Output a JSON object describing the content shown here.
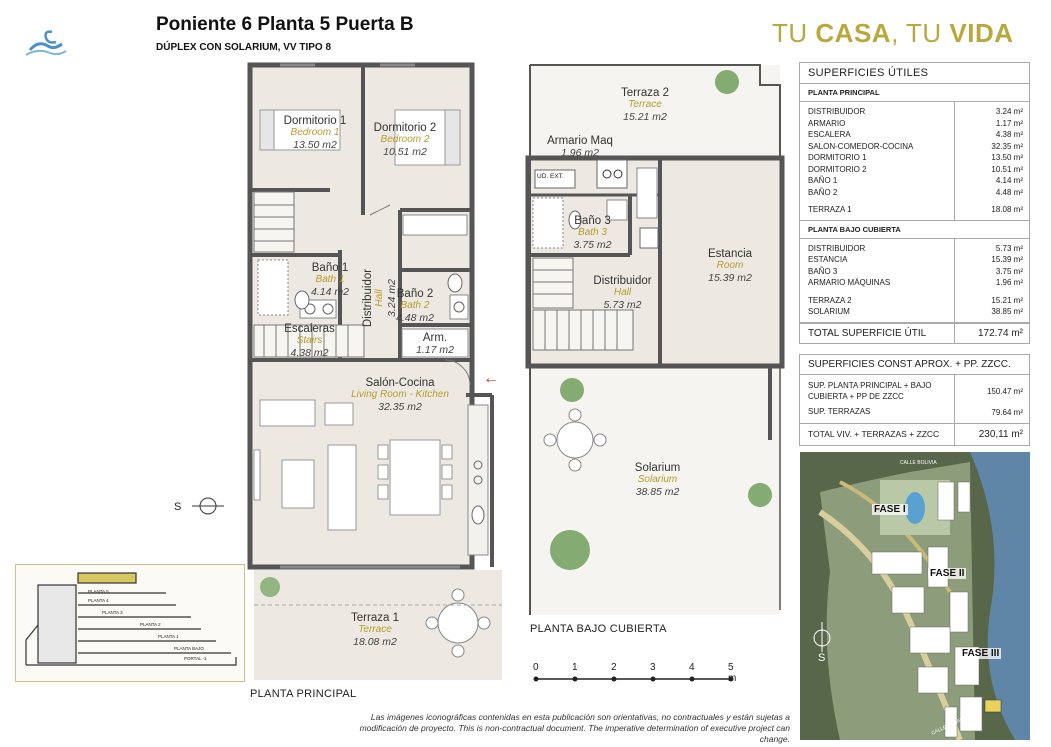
{
  "header": {
    "title": "Poniente 6 Planta 5 Puerta B",
    "subtitle": "DÚPLEX CON SOLARIUM, VV TIPO 8",
    "slogan_a": "TU ",
    "slogan_b": "CASA",
    "slogan_c": ", TU ",
    "slogan_d": "VIDA"
  },
  "colors": {
    "accent": "#b8a83e",
    "wall": "#555555",
    "floor": "#ede9e2",
    "english": "#b79c2c",
    "arrow": "#c0392b"
  },
  "plans": {
    "principal_label": "PLANTA PRINCIPAL",
    "bajo_label": "PLANTA BAJO CUBIERTA"
  },
  "rooms_main": [
    {
      "name": "Dormitorio 1",
      "en": "Bedroom 1",
      "area": "13.50 m2"
    },
    {
      "name": "Dormitorio 2",
      "en": "Bedroom 2",
      "area": "10.51 m2"
    },
    {
      "name": "Baño 1",
      "en": "Bath 1",
      "area": "4.14 m2"
    },
    {
      "name": "Baño 2",
      "en": "Bath 2",
      "area": "4.48 m2"
    },
    {
      "name": "Distribuidor",
      "en": "Hall",
      "area": "3.24 m2"
    },
    {
      "name": "Escaleras",
      "en": "Stairs",
      "area": "4.38 m2"
    },
    {
      "name": "Arm.",
      "en": "",
      "area": "1.17 m2"
    },
    {
      "name": "Salón-Cocina",
      "en": "Living Room - Kitchen",
      "area": "32.35 m2"
    },
    {
      "name": "Terraza 1",
      "en": "Terrace",
      "area": "18.08 m2"
    }
  ],
  "rooms_upper": [
    {
      "name": "Terraza 2",
      "en": "Terrace",
      "area": "15.21 m2"
    },
    {
      "name": "Armario Maq",
      "en": "",
      "area": "1.96 m2"
    },
    {
      "name": "Baño 3",
      "en": "Bath 3",
      "area": "3.75 m2"
    },
    {
      "name": "Estancia",
      "en": "Room",
      "area": "15.39 m2"
    },
    {
      "name": "Distribuidor",
      "en": "Hall",
      "area": "5.73 m2"
    },
    {
      "name": "Solarium",
      "en": "Solarium",
      "area": "38.85 m2"
    },
    {
      "name": "UD. EXT.",
      "en": "",
      "area": ""
    }
  ],
  "superficies": {
    "title": "SUPERFICIES ÚTILES",
    "principal_title": "PLANTA PRINCIPAL",
    "principal": [
      {
        "label": "DISTRIBUIDOR",
        "value": "3.24 m²"
      },
      {
        "label": "ARMARIO",
        "value": "1.17 m²"
      },
      {
        "label": "ESCALERA",
        "value": "4.38 m²"
      },
      {
        "label": "SALON-COMEDOR-COCINA",
        "value": "32.35 m²"
      },
      {
        "label": "DORMITORIO 1",
        "value": "13.50 m²"
      },
      {
        "label": "DORMITORIO 2",
        "value": "10.51 m²"
      },
      {
        "label": "BAÑO 1",
        "value": "4.14 m²"
      },
      {
        "label": "BAÑO 2",
        "value": "4.48 m²"
      }
    ],
    "terraza1": {
      "label": "TERRAZA 1",
      "value": "18.08 m²"
    },
    "bajo_title": "PLANTA BAJO CUBIERTA",
    "bajo": [
      {
        "label": "DISTRIBUIDOR",
        "value": "5.73 m²"
      },
      {
        "label": "ESTANCIA",
        "value": "15.39 m²"
      },
      {
        "label": "BAÑO 3",
        "value": "3.75 m²"
      },
      {
        "label": "ARMARIO MÁQUINAS",
        "value": "1.96 m²"
      }
    ],
    "bajo_ext": [
      {
        "label": "TERRAZA 2",
        "value": "15.21 m²"
      },
      {
        "label": "SOLARIUM",
        "value": "38.85 m²"
      }
    ],
    "total_label": "TOTAL SUPERFICIE ÚTIL",
    "total_value": "172.74 m²"
  },
  "construidas": {
    "title": "SUPERFICIES CONST APROX. + PP. ZZCC.",
    "row1_label": "SUP. PLANTA PRINCIPAL + BAJO CUBIERTA + PP DE ZZCC",
    "row1_value": "150.47 m²",
    "row2_label": "SUP. TERRAZAS",
    "row2_value": "79.64 m²",
    "total_label": "TOTAL VIV. + TERRAZAS + ZZCC",
    "total_value": "230,11 m²"
  },
  "section_floors": [
    "PLANTA 5",
    "PLANTA 4",
    "PLANTA 3",
    "PLANTA 2",
    "PLANTA 1",
    "PLANTA BAJO",
    "PORTAL -1"
  ],
  "site_map": {
    "phases": [
      "FASE I",
      "FASE II",
      "FASE III"
    ],
    "street_top": "CALLE BOLIVIA",
    "street_bottom": "CALLE ECUADOR"
  },
  "compass": "S",
  "scale": [
    "0",
    "1",
    "2",
    "3",
    "4",
    "5 m"
  ],
  "disclaimer": "Las imágenes iconográficas contenidas en esta publicación son orientativas, no contractuales y están sujetas a modificación de proyecto. This is non-contractual document. The imperative determination of executive project can change."
}
